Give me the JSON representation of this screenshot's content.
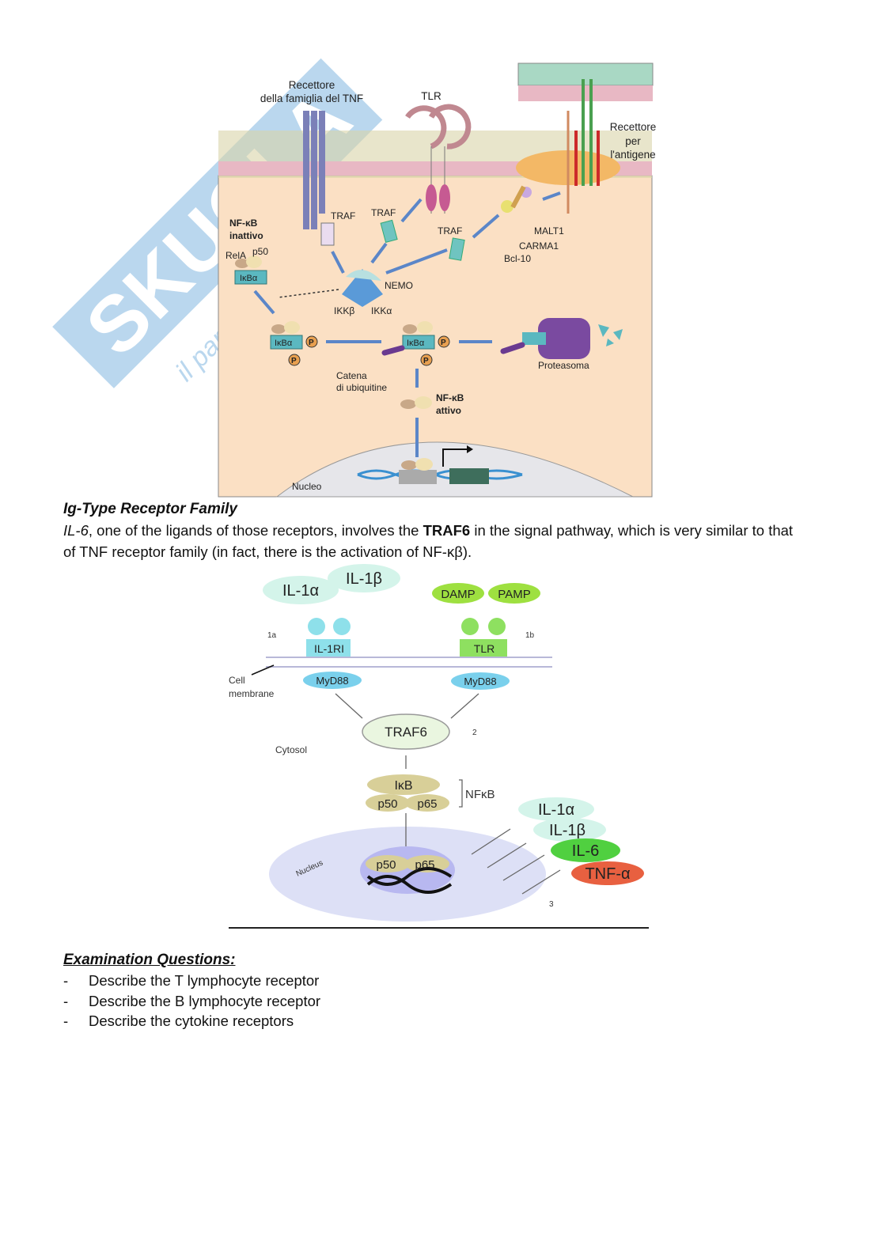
{
  "watermark": {
    "brand": "SKUOLA.net",
    "tagline": "il paradiso degli studenti"
  },
  "figure1": {
    "tnf_receptor": [
      "Recettore",
      "della famiglia del TNF"
    ],
    "tlr": "TLR",
    "antigen_receptor": [
      "Recettore",
      "per",
      "l'antigene"
    ],
    "traf": "TRAF",
    "nfkb_inactive": [
      "NF-κB",
      "inattivo"
    ],
    "rela": "RelA",
    "p50": "p50",
    "ikba": "IκBα",
    "nemo": "NEMO",
    "ikkb": "IKKβ",
    "ikka": "IKKα",
    "malt1": "MALT1",
    "carma1": "CARMA1",
    "bcl10": "Bcl-10",
    "p": "P",
    "ubiquitin": [
      "Catena",
      "di ubiquitine"
    ],
    "proteasome": "Proteasoma",
    "nfkb_active": [
      "NF-κB",
      "attivo"
    ],
    "nucleus": "Nucleo"
  },
  "section": {
    "heading": "Ig-Type Receptor Family",
    "para_il6": "IL-6",
    "para_a": ", one of the ligands of those receptors, involves the ",
    "para_traf6": "TRAF6",
    "para_b": " in the signal pathway, which is very similar to that of TNF receptor family (in fact, there is the activation of NF-κβ)."
  },
  "figure2": {
    "il1a": "IL-1α",
    "il1b": "IL-1β",
    "damp": "DAMP",
    "pamp": "PAMP",
    "label_1a": "1a",
    "label_1b": "1b",
    "il1ri": "IL-1RI",
    "tlr": "TLR",
    "myd88": "MyD88",
    "cell_membrane": [
      "Cell",
      "membrane"
    ],
    "traf6": "TRAF6",
    "label_2": "2",
    "cytosol": "Cytosol",
    "ikb": "IκB",
    "p50": "p50",
    "p65": "p65",
    "nfkb": "NFκB",
    "nucleus": "Nucleus",
    "il6": "IL-6",
    "tnfa": "TNF-α",
    "label_3": "3"
  },
  "exam": {
    "heading": "Examination Questions:",
    "items": [
      "Describe the T lymphocyte receptor",
      "Describe the B lymphocyte receptor",
      "Describe the cytokine receptors"
    ],
    "bullet": "-"
  }
}
